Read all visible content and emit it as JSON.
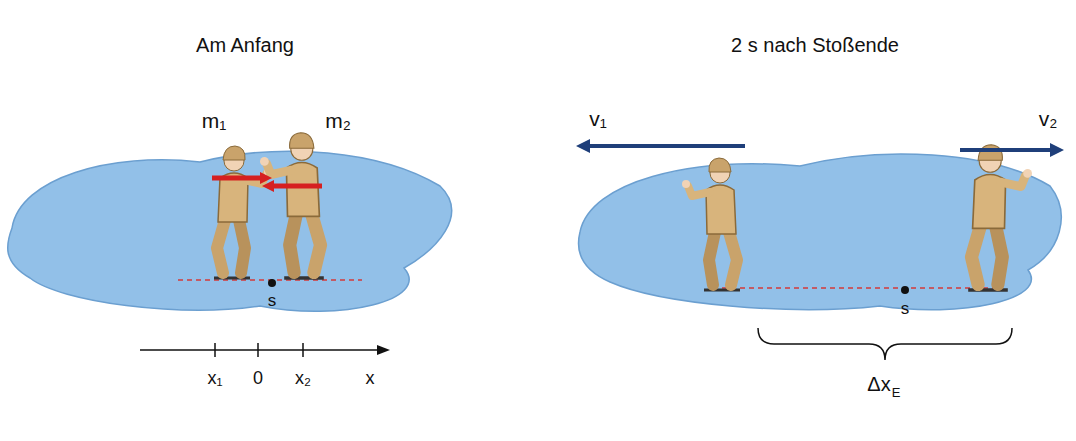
{
  "diagram": {
    "labels": [
      "Am Anfang",
      "2 s nach Stoßende",
      "m₁",
      "m₂",
      "s",
      "x₁",
      "0",
      "x₂",
      "x",
      "v₁",
      "v₂",
      "s",
      "Δx",
      "E"
    ]
  }
}
